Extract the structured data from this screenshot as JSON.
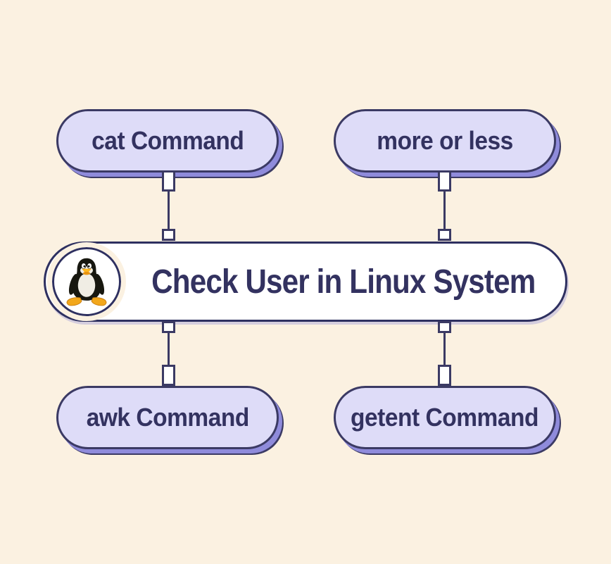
{
  "diagram": {
    "title": "Check User in Linux System",
    "icon": "linux-tux-penguin-icon",
    "nodes": [
      {
        "label": "cat Command",
        "position": "top-left"
      },
      {
        "label": "more or less",
        "position": "top-right"
      },
      {
        "label": "awk Command",
        "position": "bottom-left"
      },
      {
        "label": "getent Command",
        "position": "bottom-right"
      }
    ]
  },
  "colors": {
    "background": "#FBF1E1",
    "node_fill": "#DEDCF8",
    "node_border": "#3B3A64",
    "node_shadow": "#8F8BDB",
    "text": "#333260",
    "banner_fill": "#FFFFFF",
    "banner_border": "#2E3060",
    "connector_fill": "#FFFFFF"
  }
}
